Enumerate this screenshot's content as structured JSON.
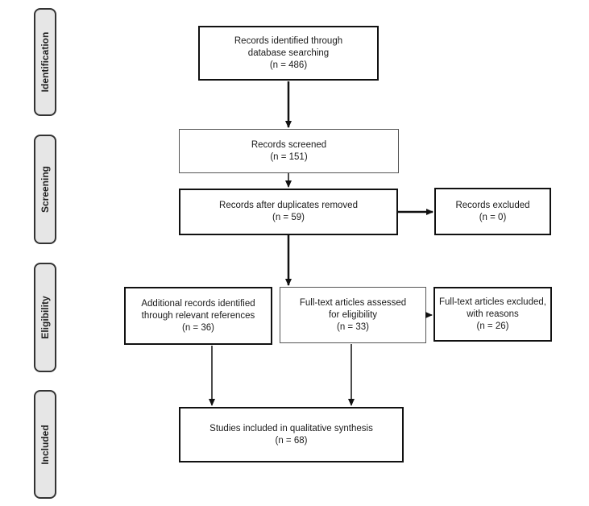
{
  "phases": [
    "Identification",
    "Screening",
    "Eligibility",
    "Included"
  ],
  "boxes": {
    "identified": {
      "line1": "Records identified through",
      "line2": "database searching",
      "line3": "(n = 486)"
    },
    "screened": {
      "line1": "Records screened",
      "line2": "(n = 151)"
    },
    "after_duplicates": {
      "line1": "Records after duplicates removed",
      "line2": "(n = 59)"
    },
    "excluded": {
      "line1": "Records excluded",
      "line2": "(n = 0)"
    },
    "additional": {
      "line1": "Additional records identified",
      "line2": "through relevant references",
      "line3": "(n =  36)"
    },
    "fulltext": {
      "line1": "Full-text articles assessed",
      "line2": "for eligibility",
      "line3": "(n = 33)"
    },
    "fulltext_excluded": {
      "line1": "Full-text articles excluded,",
      "line2": "with reasons",
      "line3": "(n =  26)"
    },
    "included": {
      "line1": "Studies included in qualitative synthesis",
      "line2": "(n = 68)"
    }
  }
}
